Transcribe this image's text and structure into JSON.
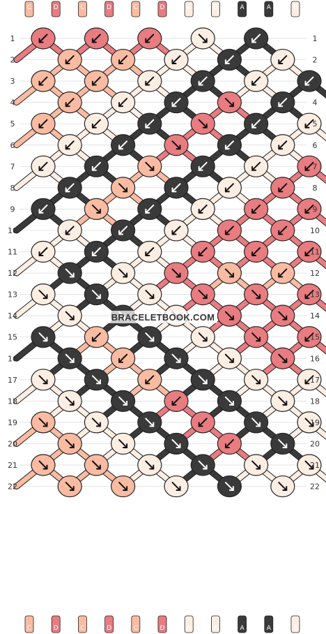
{
  "watermark": "BRACELETBOOK.COM",
  "colors": {
    "A": "#3a3a3a",
    "B": "#fdeee3",
    "C": "#f9bba2",
    "D": "#e87c80"
  },
  "top_labels": [
    "C",
    "D",
    "C",
    "D",
    "C",
    "D",
    "B",
    "B",
    "A",
    "A",
    "B"
  ],
  "bottom_labels": [
    "C",
    "D",
    "C",
    "D",
    "C",
    "D",
    "B",
    "B",
    "A",
    "A",
    "B"
  ],
  "row_labels": [
    "1",
    "2",
    "3",
    "4",
    "5",
    "6",
    "7",
    "8",
    "9",
    "10",
    "11",
    "12",
    "13",
    "14",
    "15",
    "16",
    "17",
    "18",
    "19",
    "20",
    "21",
    "22"
  ],
  "knots": [
    [
      "D:dl",
      "D:dl",
      "D:dl",
      "B:dr",
      "A:dl"
    ],
    [
      "C:dl",
      "C:dl",
      "B:dl",
      "A:dl",
      "B:dl"
    ],
    [
      "C:dl",
      "C:dl",
      "B:dl",
      "A:dl",
      "B:dl",
      "A:dl"
    ],
    [
      "C:dl",
      "B:dl",
      "A:dl",
      "D:dr",
      "A:dl"
    ],
    [
      "C:dl",
      "B:dl",
      "A:dl",
      "D:dr",
      "A:dl",
      "B:dl"
    ],
    [
      "B:dl",
      "A:dl",
      "D:dr",
      "A:dl",
      "B:dl"
    ],
    [
      "B:dl",
      "A:dl",
      "C:dr",
      "A:dl",
      "B:dl",
      "D:dl"
    ],
    [
      "A:dl",
      "C:dr",
      "A:dl",
      "B:dl",
      "D:dl"
    ],
    [
      "A:dl",
      "C:dr",
      "A:dl",
      "B:dl",
      "D:dl",
      "D:dl"
    ],
    [
      "B:dl",
      "A:dl",
      "B:dl",
      "D:dl",
      "D:dl"
    ],
    [
      "B:dl",
      "A:dl",
      "B:dl",
      "D:dl",
      "D:dl",
      "D:dl"
    ],
    [
      "A:dr",
      "B:dr",
      "D:dr",
      "C:dr",
      "C:dl"
    ],
    [
      "B:dr",
      "A:dr",
      "B:dr",
      "D:dr",
      "D:dr",
      "D:dl"
    ],
    [
      "B:dr",
      "A:dr",
      "B:dr",
      "D:dr",
      "D:dr"
    ],
    [
      "A:dr",
      "C:dl",
      "A:dr",
      "B:dr",
      "D:dr",
      "D:dl"
    ],
    [
      "A:dr",
      "C:dl",
      "A:dr",
      "B:dr",
      "D:dr"
    ],
    [
      "B:dr",
      "A:dr",
      "C:dl",
      "A:dr",
      "B:dr",
      "B:dl"
    ],
    [
      "B:dr",
      "A:dr",
      "D:dl",
      "A:dr",
      "B:dr"
    ],
    [
      "C:dr",
      "B:dr",
      "A:dr",
      "D:dl",
      "A:dr",
      "B:dr"
    ],
    [
      "C:dr",
      "B:dr",
      "A:dr",
      "D:dl",
      "A:dr"
    ],
    [
      "C:dr",
      "C:dr",
      "B:dr",
      "A:dr",
      "B:dr",
      "B:dr"
    ],
    [
      "C:dr",
      "C:dr",
      "B:dr",
      "A:dr",
      "B:dr"
    ]
  ]
}
